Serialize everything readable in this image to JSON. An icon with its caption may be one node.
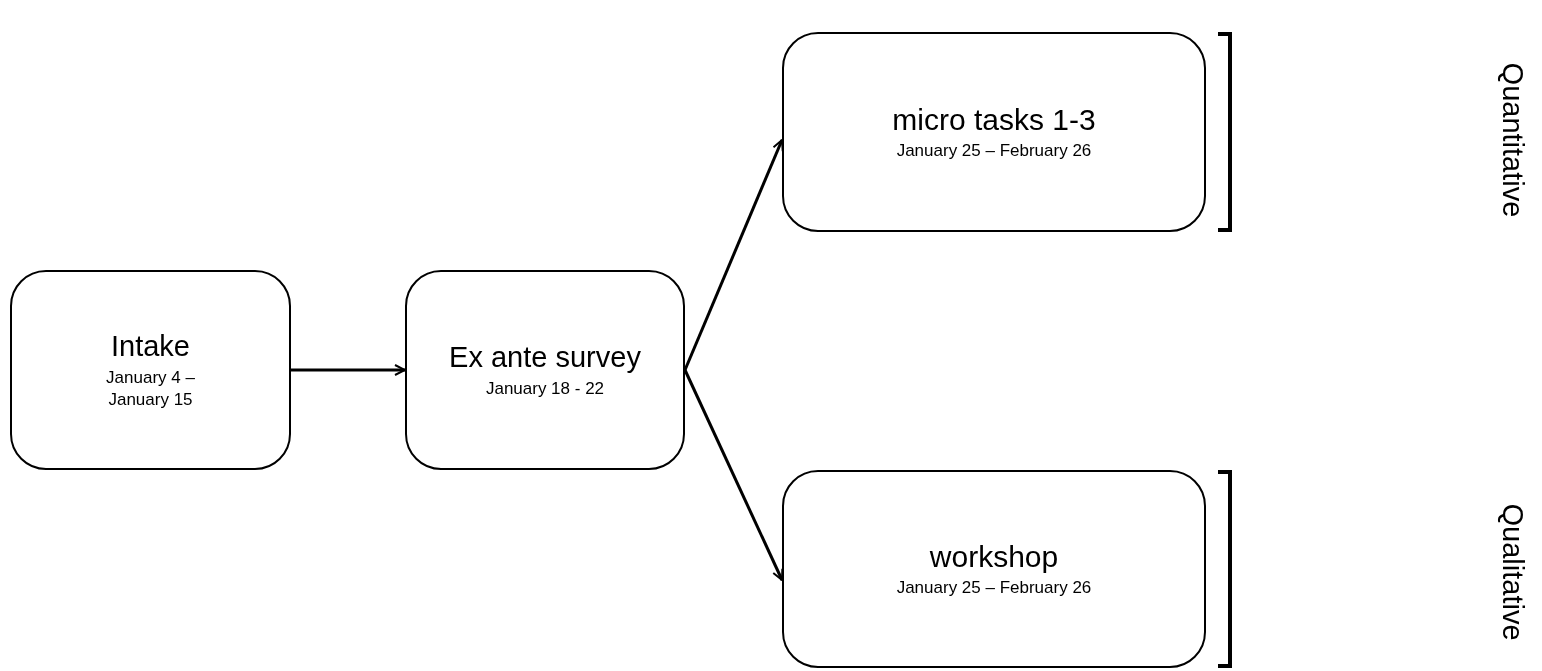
{
  "diagram": {
    "nodes": [
      {
        "text": [
          "Intake",
          "January 4 – January 15"
        ]
      },
      {
        "text": [
          "Ex ante survey",
          "January 18 - 22"
        ]
      },
      {
        "text": [
          "micro tasks 1-3",
          "January 25 – February 26"
        ]
      },
      {
        "text": [
          "workshop",
          "January 25 – February 26"
        ]
      }
    ],
    "edges": [
      {
        "from": 0,
        "to": 1,
        "arrow": "to"
      },
      {
        "from": 1,
        "to": 2,
        "arrow": "to"
      },
      {
        "from": 1,
        "to": 3,
        "arrow": "to"
      }
    ],
    "labels": [
      "Quantitative",
      "Qualitative"
    ]
  }
}
